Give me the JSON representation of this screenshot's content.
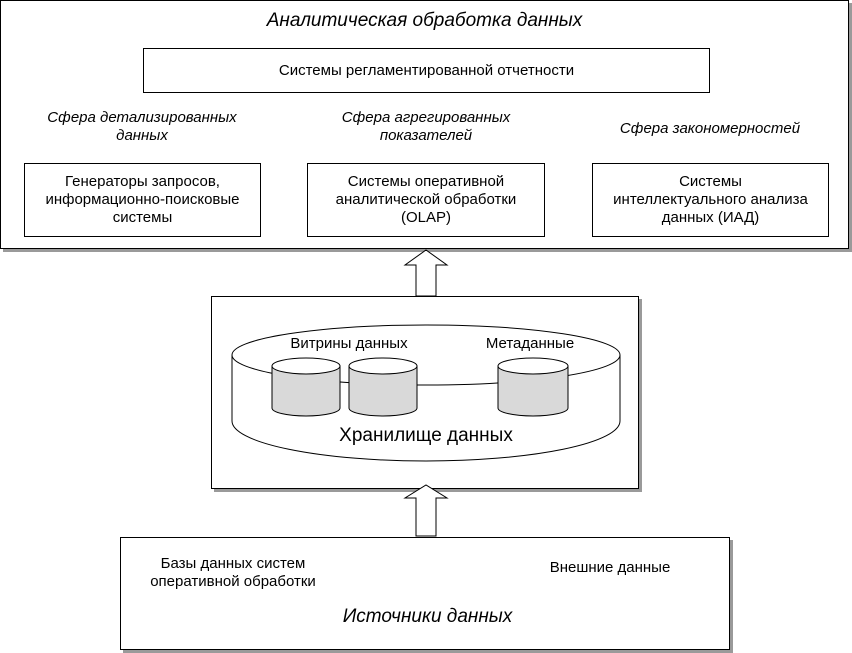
{
  "analytics": {
    "title": "Аналитическая обработка данных",
    "reporting": "Системы регламентированной отчетности",
    "spheres": [
      {
        "title": "Сфера детализированных\nданных",
        "system": "Генераторы запросов,\nинформационно-поисковые\nсистемы"
      },
      {
        "title": "Сфера агрегированных\nпоказателей",
        "system": "Системы оперативной\nаналитической обработки\n(OLAP)"
      },
      {
        "title": "Сфера закономерностей",
        "system": "Системы\nинтеллектуального анализа\nданных (ИАД)"
      }
    ]
  },
  "warehouse": {
    "marts_label": "Витрины данных",
    "metadata_label": "Метаданные",
    "title": "Хранилище данных"
  },
  "sources": {
    "oltp_label": "Базы данных систем\nоперативной обработки",
    "external_label": "Внешние данные",
    "title": "Источники данных"
  },
  "colors": {
    "stroke": "#000000",
    "shadow": "#9a9a9a",
    "cylinder_fill": "#d9d9d9",
    "background": "#ffffff"
  }
}
